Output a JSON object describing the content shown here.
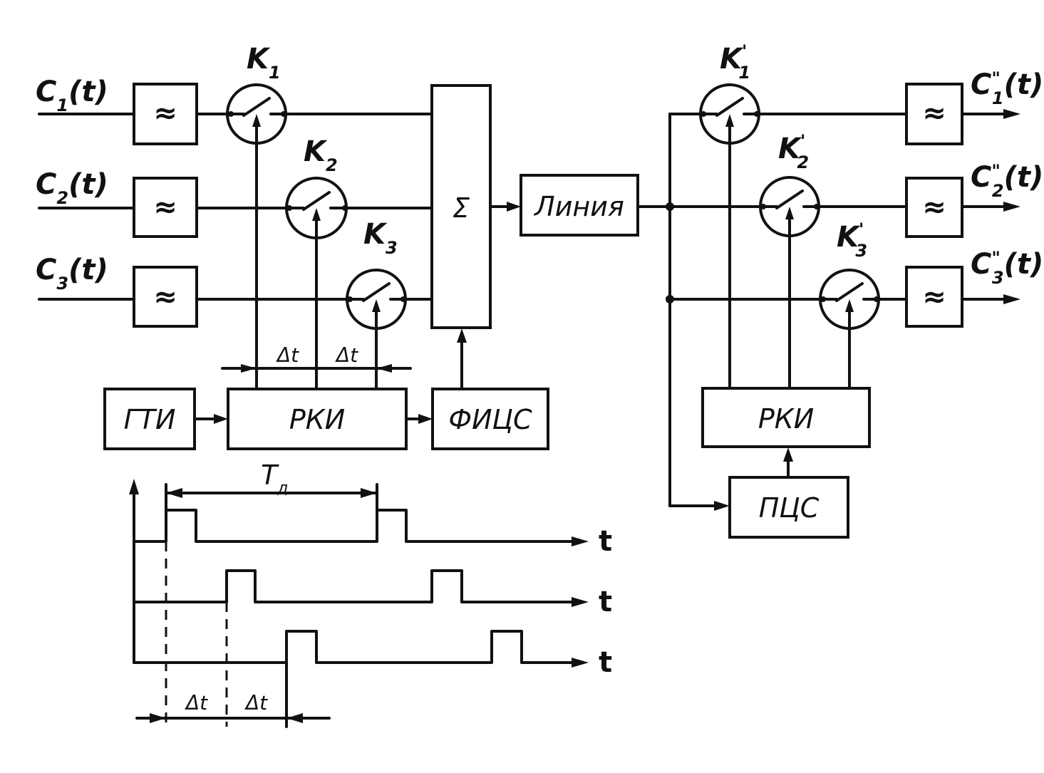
{
  "inputs": {
    "c1": {
      "main": "C",
      "sub": "1",
      "arg": "(t)"
    },
    "c2": {
      "main": "C",
      "sub": "2",
      "arg": "(t)"
    },
    "c3": {
      "main": "C",
      "sub": "3",
      "arg": "(t)"
    }
  },
  "outputs": {
    "c1": {
      "main": "C",
      "prime": "\"",
      "sub": "1",
      "arg": "(t)"
    },
    "c2": {
      "main": "C",
      "prime": "\"",
      "sub": "2",
      "arg": "(t)"
    },
    "c3": {
      "main": "C",
      "prime": "\"",
      "sub": "3",
      "arg": "(t)"
    }
  },
  "switches_tx": {
    "k1": {
      "main": "K",
      "sub": "1"
    },
    "k2": {
      "main": "K",
      "sub": "2"
    },
    "k3": {
      "main": "K",
      "sub": "3"
    }
  },
  "switches_rx": {
    "k1": {
      "main": "K",
      "prime": "'",
      "sub": "1"
    },
    "k2": {
      "main": "K",
      "prime": "'",
      "sub": "2"
    },
    "k3": {
      "main": "K",
      "prime": "'",
      "sub": "3"
    }
  },
  "filter_symbol": "≈",
  "blocks": {
    "sum": "Σ",
    "line": "Линия",
    "gti": "ГТИ",
    "rki_tx": "РКИ",
    "fics": "ФИЦС",
    "rki_rx": "РКИ",
    "pcs": "ПЦС"
  },
  "timing": {
    "dt": "Δt",
    "period_main": "T",
    "period_sub": "д",
    "axis": "t"
  }
}
